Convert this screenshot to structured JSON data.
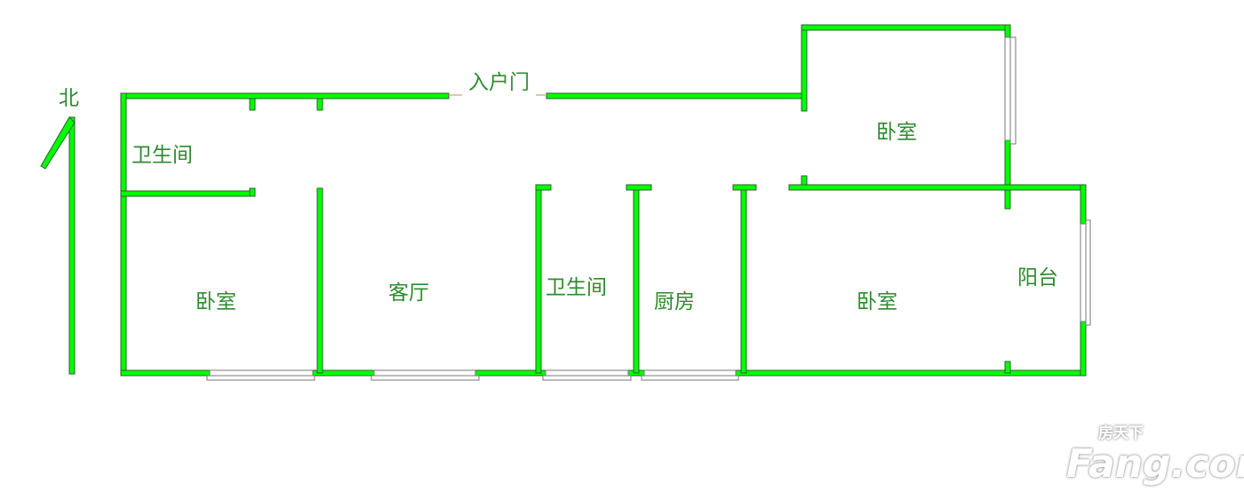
{
  "compass": {
    "north_label": "北"
  },
  "rooms": {
    "entrance": "入户门",
    "bathroom_top_left": "卫生间",
    "bedroom_left": "卧室",
    "living_room": "客厅",
    "bathroom_middle": "卫生间",
    "kitchen": "厨房",
    "bedroom_top_right": "卧室",
    "bedroom_right": "卧室",
    "balcony": "阳台"
  },
  "watermark": {
    "brand": "Fang.com",
    "brand_cn": "房天下"
  },
  "colors": {
    "wall": "#00ff00",
    "label": "#2e8b2e"
  }
}
